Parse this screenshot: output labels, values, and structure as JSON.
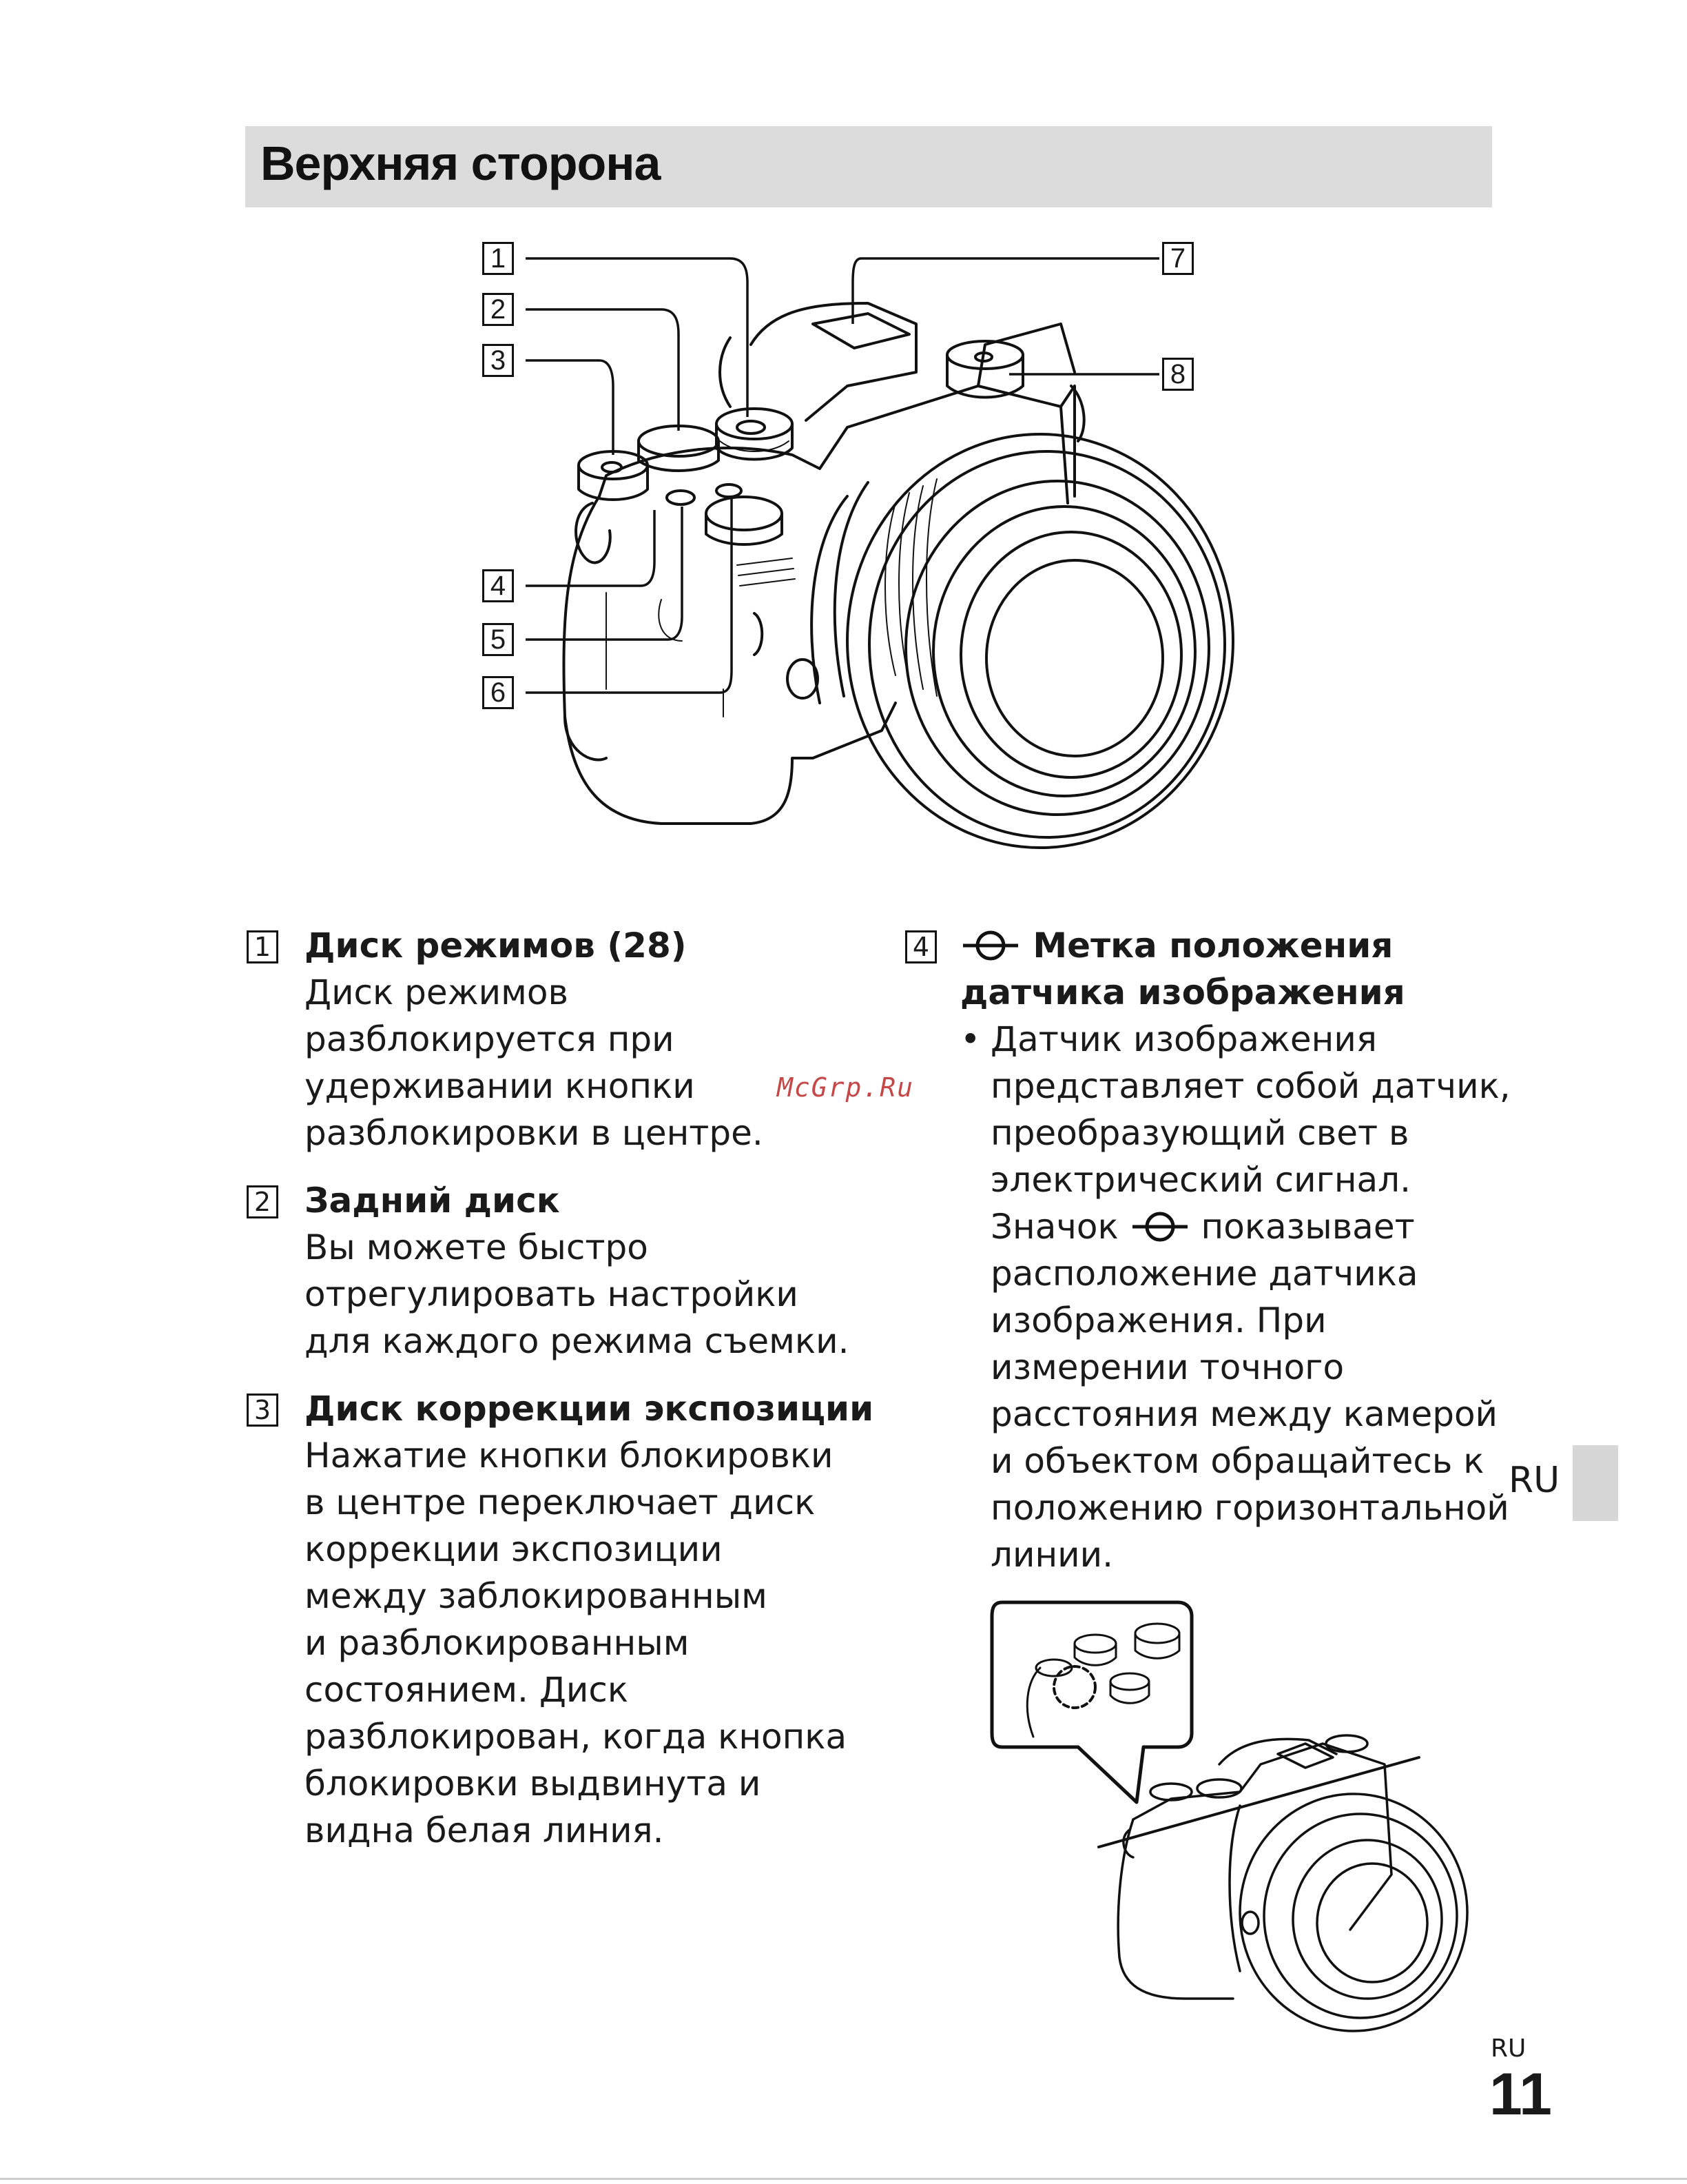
{
  "section": {
    "title": "Верхняя сторона"
  },
  "diagram": {
    "callouts": [
      "1",
      "2",
      "3",
      "4",
      "5",
      "6",
      "7",
      "8"
    ]
  },
  "left_column": [
    {
      "num": "1",
      "title": "Диск режимов (28)",
      "lines": [
        "Диск режимов",
        "разблокируется при",
        "удерживании кнопки",
        "разблокировки в центре."
      ]
    },
    {
      "num": "2",
      "title": "Задний диск",
      "lines": [
        "Вы можете быстро",
        "отрегулировать настройки",
        "для каждого режима съемки."
      ]
    },
    {
      "num": "3",
      "title": "Диск коррекции экспозиции",
      "lines": [
        "Нажатие кнопки блокировки",
        "в центре переключает диск",
        "коррекции экспозиции",
        "между заблокированным",
        "и разблокированным",
        "состоянием. Диск",
        "разблокирован, когда кнопка",
        "блокировки выдвинута и",
        "видна белая линия."
      ]
    }
  ],
  "right_column": {
    "num": "4",
    "title_line1": "Метка положения",
    "title_line2": "датчика изображения",
    "bullet_lines_a": [
      "Датчик изображения",
      "представляет собой датчик,",
      "преобразующий свет в",
      "электрический сигнал."
    ],
    "bullet_inline_pre": "Значок",
    "bullet_inline_post": "показывает",
    "bullet_lines_b": [
      "расположение датчика",
      "изображения. При",
      "измерении точного",
      "расстояния между камерой",
      "и объектом обращайтесь к",
      "положению горизонтальной",
      "линии."
    ]
  },
  "watermark": "McGrp.Ru",
  "side_tab": {
    "label": "RU"
  },
  "footer": {
    "lang": "RU",
    "page_number": "11"
  }
}
